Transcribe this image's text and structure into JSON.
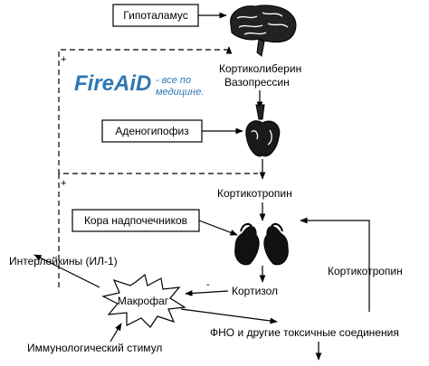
{
  "watermark": {
    "brand": "FireAiD",
    "tagline_line1": "- все по",
    "tagline_line2": "медицине."
  },
  "nodes": {
    "hypothalamus": "Гипоталамус",
    "adenohypophysis": "Аденогипофиз",
    "adrenal_cortex": "Кора надпочечников",
    "macrophage": "Макрофаг"
  },
  "labels": {
    "corticoliberin": "Кортиколиберин",
    "vasopressin": "Вазопрессин",
    "corticotropin_center": "Кортикотропин",
    "corticotropin_right": "Кортикотропин",
    "cortisol": "Кортизол",
    "interleukins": "Интерлейкины (ИЛ-1)",
    "immunological_stimulus": "Иммунологический стимул",
    "tnf": "ФНО и другие токсичные соединения"
  },
  "signs": {
    "plus_top": "+",
    "plus_mid": "+",
    "minus": "-"
  }
}
